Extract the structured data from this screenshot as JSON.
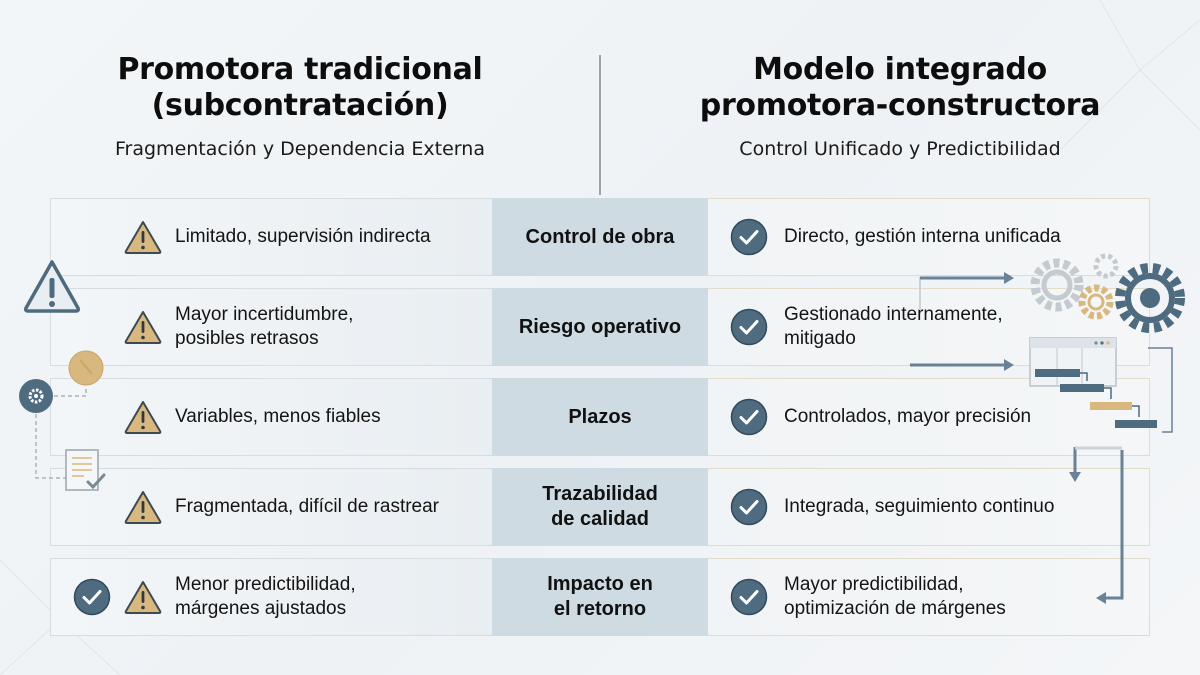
{
  "left_header": {
    "title_line1": "Promotora tradicional",
    "title_line2": "(subcontratación)",
    "subtitle": "Fragmentación y Dependencia Externa"
  },
  "right_header": {
    "title_line1": "Modelo integrado",
    "title_line2": "promotora-constructora",
    "subtitle": "Control Unificado y Predictibilidad"
  },
  "colors": {
    "warning_fill": "#d9b87f",
    "check_fill": "#4e6b80",
    "criterion_bg": "#cfdbe3",
    "accent_dark": "#4e6b80"
  },
  "rows": [
    {
      "criterion_line1": "Control de obra",
      "criterion_line2": "",
      "traditional": "Limitado, supervisión indirecta",
      "integrated": "Directo, gestión interna unificada",
      "traditional_icon": "warning-icon",
      "integrated_icon": "check-icon"
    },
    {
      "criterion_line1": "Riesgo operativo",
      "criterion_line2": "",
      "traditional": "Mayor incertidumbre, posibles retrasos",
      "integrated": "Gestionado internamente, mitigado",
      "traditional_icon": "warning-icon",
      "integrated_icon": "check-icon"
    },
    {
      "criterion_line1": "Plazos",
      "criterion_line2": "",
      "traditional": "Variables, menos fiables",
      "integrated": "Controlados, mayor precisión",
      "traditional_icon": "warning-icon",
      "integrated_icon": "check-icon"
    },
    {
      "criterion_line1": "Trazabilidad",
      "criterion_line2": "de calidad",
      "traditional": "Fragmentada, difícil de rastrear",
      "integrated": "Integrada, seguimiento continuo",
      "traditional_icon": "warning-icon",
      "integrated_icon": "check-icon"
    },
    {
      "criterion_line1": "Impacto en",
      "criterion_line2": "el retorno",
      "traditional": "Menor predictibilidad, márgenes ajustados",
      "integrated": "Mayor predictibilidad, optimización de márgenes",
      "traditional_icon": "warning-icon",
      "integrated_icon": "check-icon"
    }
  ]
}
